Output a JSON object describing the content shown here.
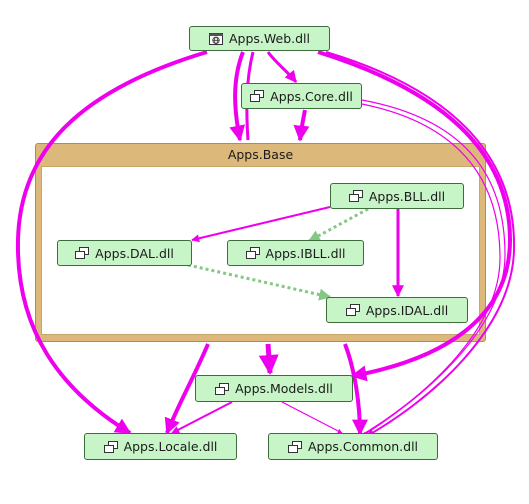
{
  "group": {
    "title": "Apps.Base"
  },
  "nodes": {
    "web": {
      "label": "Apps.Web.dll",
      "icon": "globe-icon"
    },
    "core": {
      "label": "Apps.Core.dll",
      "icon": "assembly-icon"
    },
    "bll": {
      "label": "Apps.BLL.dll",
      "icon": "assembly-icon"
    },
    "dal": {
      "label": "Apps.DAL.dll",
      "icon": "assembly-icon"
    },
    "ibll": {
      "label": "Apps.IBLL.dll",
      "icon": "assembly-icon"
    },
    "idal": {
      "label": "Apps.IDAL.dll",
      "icon": "assembly-icon"
    },
    "models": {
      "label": "Apps.Models.dll",
      "icon": "assembly-icon"
    },
    "locale": {
      "label": "Apps.Locale.dll",
      "icon": "assembly-icon"
    },
    "common": {
      "label": "Apps.Common.dll",
      "icon": "assembly-icon"
    }
  },
  "edges": [
    {
      "from": "web",
      "to": "core",
      "style": "solid"
    },
    {
      "from": "web",
      "to": "group",
      "style": "solid"
    },
    {
      "from": "core",
      "to": "group",
      "style": "solid"
    },
    {
      "from": "web",
      "to": "locale",
      "style": "solid"
    },
    {
      "from": "web",
      "to": "models",
      "style": "solid"
    },
    {
      "from": "web",
      "to": "common",
      "style": "solid"
    },
    {
      "from": "core",
      "to": "common",
      "style": "solid"
    },
    {
      "from": "bll",
      "to": "dal",
      "style": "solid"
    },
    {
      "from": "bll",
      "to": "ibll",
      "style": "dashed"
    },
    {
      "from": "bll",
      "to": "idal",
      "style": "solid"
    },
    {
      "from": "dal",
      "to": "idal",
      "style": "dashed"
    },
    {
      "from": "group",
      "to": "models",
      "style": "solid"
    },
    {
      "from": "group",
      "to": "locale",
      "style": "solid"
    },
    {
      "from": "group",
      "to": "common",
      "style": "solid"
    },
    {
      "from": "models",
      "to": "locale",
      "style": "solid"
    },
    {
      "from": "models",
      "to": "common",
      "style": "solid"
    }
  ],
  "colors": {
    "dependency": "#ee00ee",
    "interface": "#84c884",
    "node_fill": "#c7f5c7",
    "node_border": "#3d6d3d",
    "group_fill": "#dcb97a"
  }
}
